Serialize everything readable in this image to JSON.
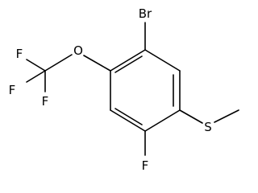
{
  "molecule": {
    "atoms": {
      "bromine": "Br",
      "oxygen": "O",
      "fluorine_top": "F",
      "fluorine_left": "F",
      "fluorine_bottom": "F",
      "sulfur": "S",
      "fluorine_ring": "F"
    },
    "colors": {
      "bond": "#000000",
      "label": "#000000",
      "background": "#ffffff"
    }
  }
}
